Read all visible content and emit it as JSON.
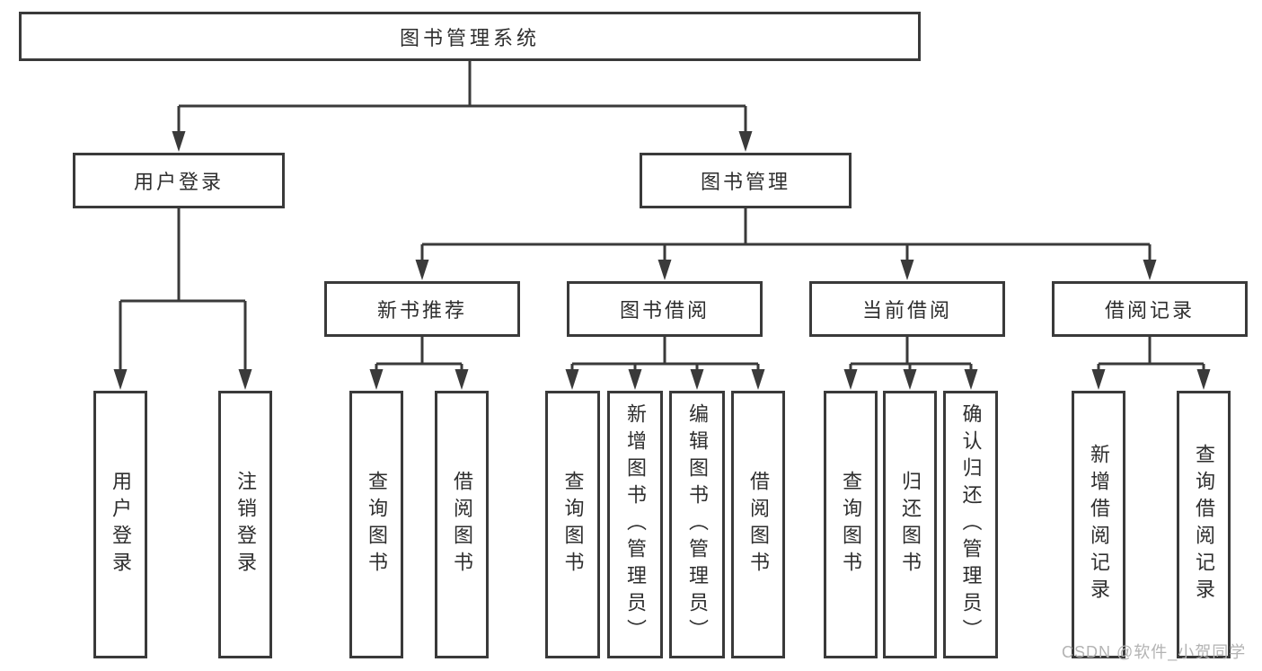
{
  "tree": {
    "root": {
      "label": "图书管理系统"
    },
    "branches": [
      {
        "label": "用户登录",
        "children": [
          {
            "label": "用户登录"
          },
          {
            "label": "注销登录"
          }
        ]
      },
      {
        "label": "图书管理",
        "children": [
          {
            "label": "新书推荐",
            "children": [
              {
                "label": "查询图书"
              },
              {
                "label": "借阅图书"
              }
            ]
          },
          {
            "label": "图书借阅",
            "children": [
              {
                "label": "查询图书"
              },
              {
                "label": "新增图书（管理员）"
              },
              {
                "label": "编辑图书（管理员）"
              },
              {
                "label": "借阅图书"
              }
            ]
          },
          {
            "label": "当前借阅",
            "children": [
              {
                "label": "查询图书"
              },
              {
                "label": "归还图书"
              },
              {
                "label": "确认归还（管理员）"
              }
            ]
          },
          {
            "label": "借阅记录",
            "children": [
              {
                "label": "新增借阅记录"
              },
              {
                "label": "查询借阅记录"
              }
            ]
          }
        ]
      }
    ]
  },
  "watermark": {
    "text": "CSDN @软件_小贺同学"
  },
  "colors": {
    "line": "#3a3a3a",
    "text": "#2e2e2e",
    "watermark": "#b3b3b3",
    "box_background": "#ffffff"
  }
}
